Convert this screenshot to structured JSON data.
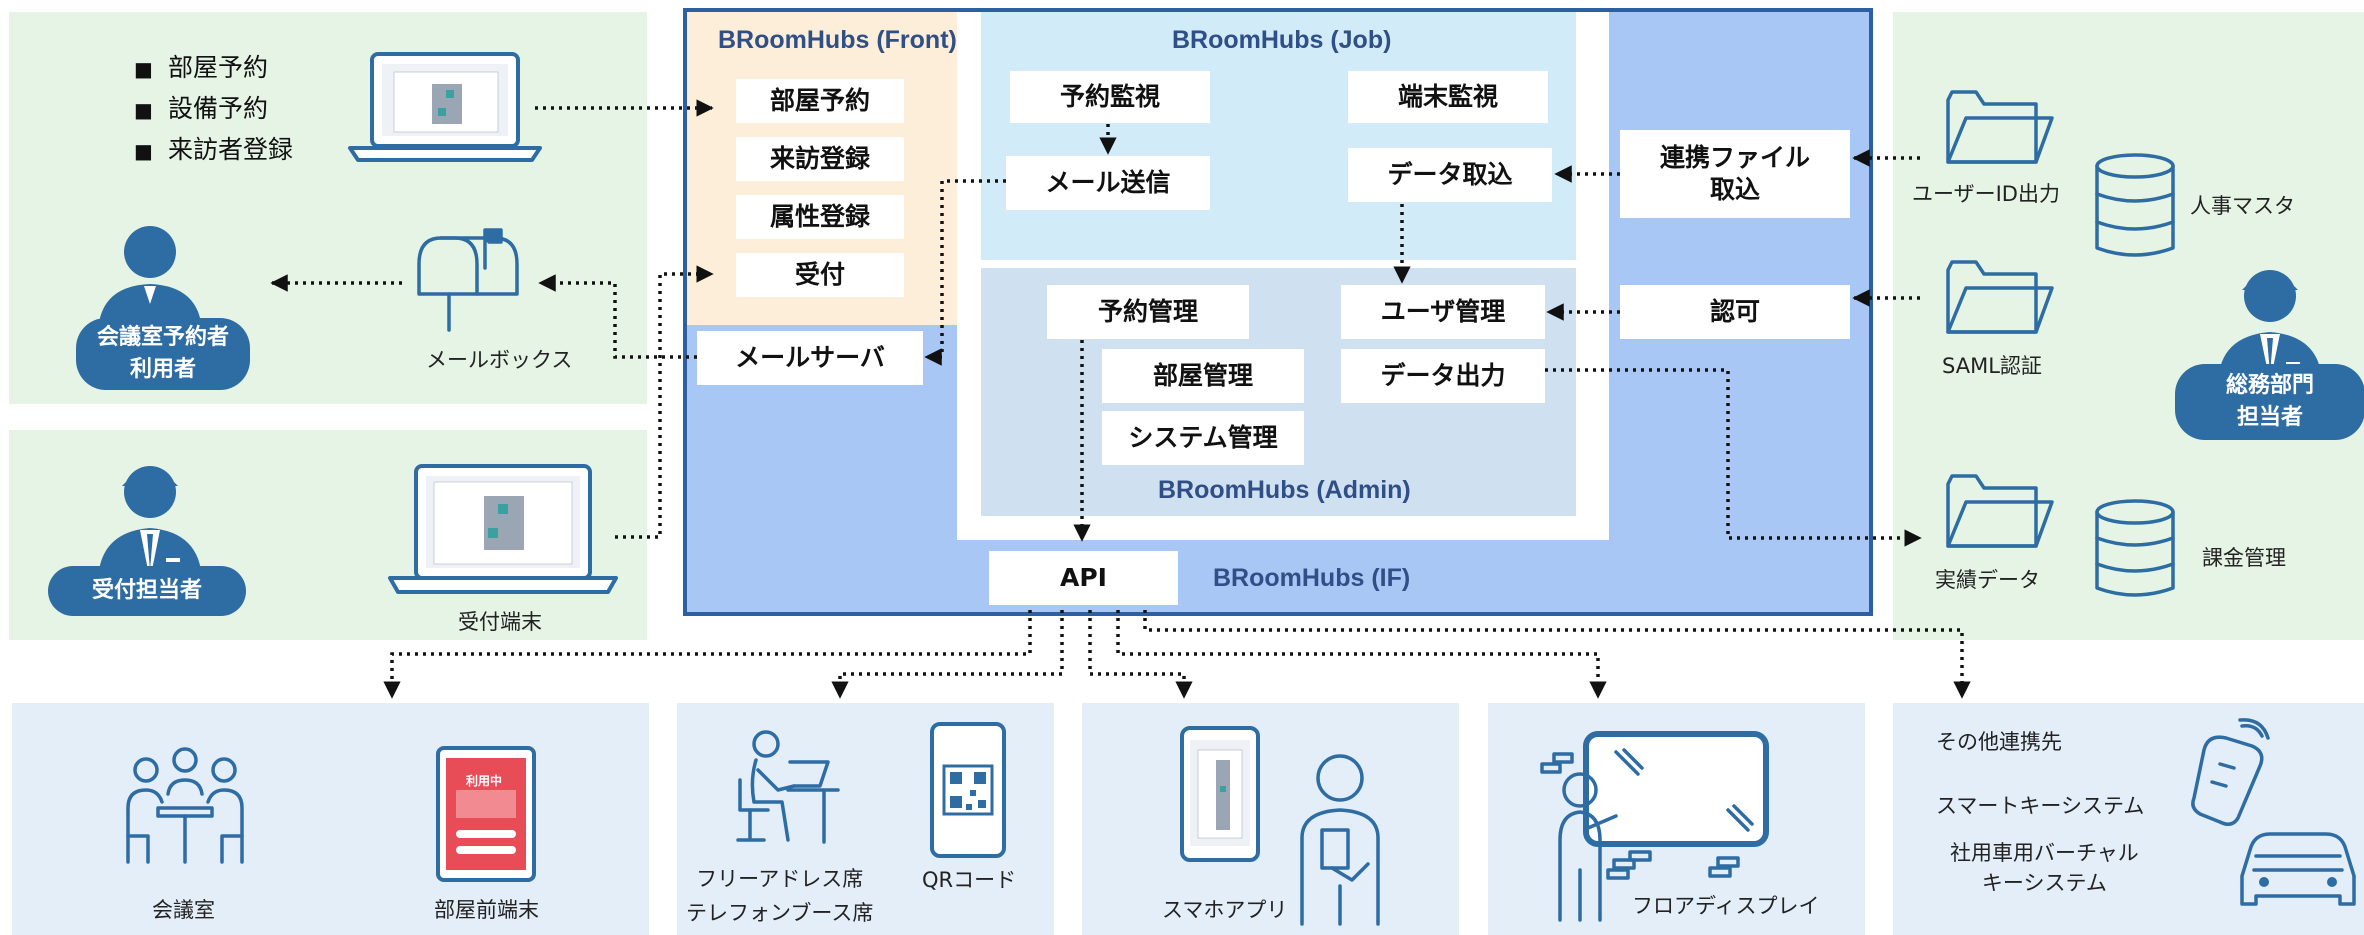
{
  "diagram": {
    "front": {
      "title": "BRoomHubs (Front)",
      "items": [
        "部屋予約",
        "来訪登録",
        "属性登録",
        "受付"
      ]
    },
    "job": {
      "title": "BRoomHubs (Job)",
      "items": [
        "予約監視",
        "端末監視",
        "メール送信",
        "データ取込"
      ]
    },
    "admin": {
      "title": "BRoomHubs (Admin)",
      "items": [
        "予約管理",
        "ユーザ管理",
        "部屋管理",
        "データ出力",
        "システム管理"
      ]
    },
    "if": {
      "title": "BRoomHubs (IF)",
      "api": "API"
    },
    "mail_server": "メールサーバ",
    "link_file": "連携ファイル取込",
    "auth": "認可",
    "left": {
      "bullets": [
        "部屋予約",
        "設備予約",
        "来訪者登録"
      ],
      "mailbox": "メールボックス",
      "user_pill": "会議室予約者\n利用者",
      "reception_pill": "受付担当者",
      "reception_terminal": "受付端末"
    },
    "right": {
      "user_id_output": "ユーザーID出力",
      "hr_master": "人事マスタ",
      "saml": "SAML認証",
      "admin_pill": "総務部門\n担当者",
      "results": "実績データ",
      "billing": "課金管理"
    },
    "bottom": {
      "meeting_room": "会議室",
      "room_terminal": "部屋前端末",
      "tablet_status": "利用中",
      "free_address": "フリーアドレス席\nテレフォンブース席",
      "qr": "QRコード",
      "smartphone": "スマホアプリ",
      "floor_display": "フロアディスプレイ",
      "other_title": "その他連携先",
      "smart_key": "スマートキーシステム",
      "car_key": "社用車用バーチャル\nキーシステム"
    }
  },
  "colors": {
    "accent": "#2e6ca4",
    "frame": "#2d5fa3",
    "if_bg": "#a9c7f5",
    "front_bg": "#fdeed9",
    "job_bg": "#d1ebf8",
    "admin_bg": "#cfe0f1",
    "green_panel": "#e6f4e6",
    "bottom_panel": "#e3eef8"
  }
}
